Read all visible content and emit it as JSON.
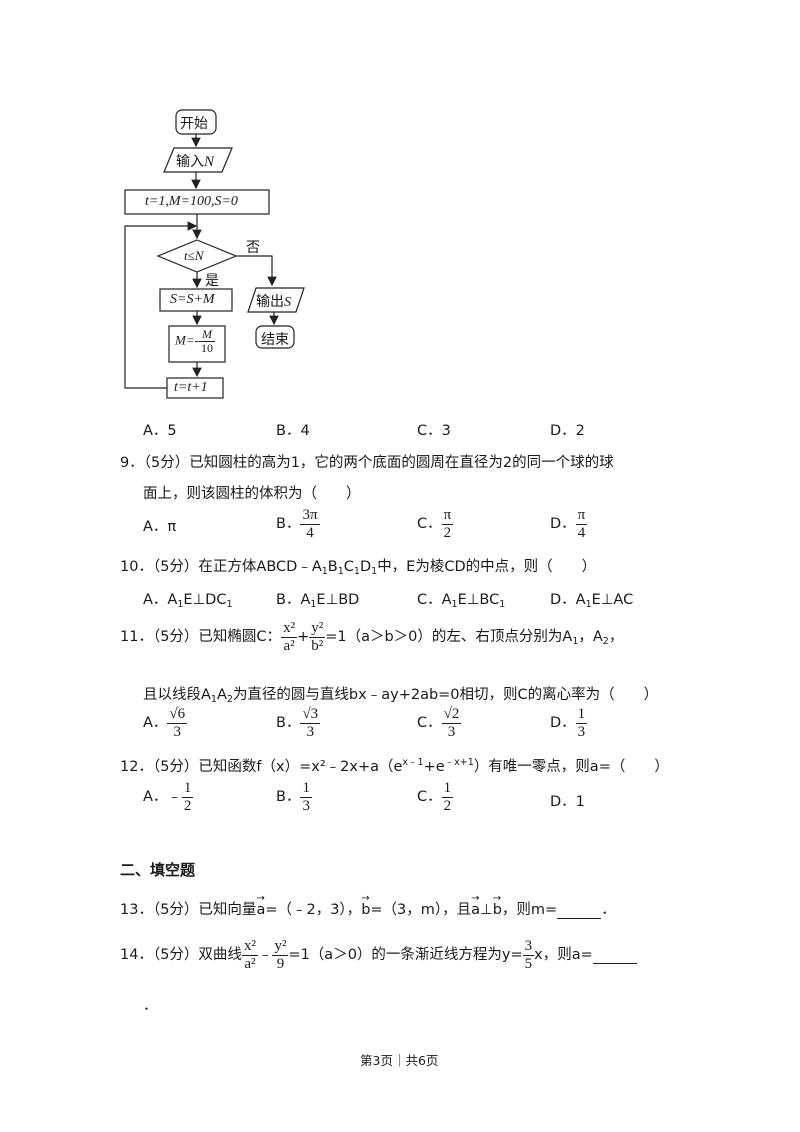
{
  "flowchart": {
    "start": "开始",
    "input": "输入",
    "input_var": "N",
    "init": "t=1,M=100,S=0",
    "cond": "t≤N",
    "no": "否",
    "yes": "是",
    "sum": "S=S+M",
    "m_update_lhs": "M=-",
    "m_update_num": "M",
    "m_update_den": "10",
    "inc": "t=t+1",
    "output": "输出",
    "output_var": "S",
    "end": "结束"
  },
  "q8": {
    "a": "A．5",
    "b": "B．4",
    "c": "C．3",
    "d": "D．2"
  },
  "q9": {
    "num": "9．（5分）已知圆柱的高为1，它的两个底面的圆周在直径为2的同一个球的球",
    "cont": "面上，则该圆柱的体积为（　　）",
    "a": "A．π",
    "b_label": "B．",
    "b_num": "3π",
    "b_den": "4",
    "c_label": "C．",
    "c_num": "π",
    "c_den": "2",
    "d_label": "D．",
    "d_num": "π",
    "d_den": "4"
  },
  "q10": {
    "pre": "10．（5分）在正方体ABCD﹣A",
    "mid1": "B",
    "mid2": "C",
    "mid3": "D",
    "post": "中，E为棱CD的中点，则（　　）",
    "a": "A．A",
    "a_rest": "E⊥DC",
    "b": "B．A",
    "b_rest": "E⊥BD",
    "c": "C．A",
    "c_rest": "E⊥BC",
    "d": "D．A",
    "d_rest": "E⊥AC",
    "sub1": "1"
  },
  "q11": {
    "pre": "11．（5分）已知椭圆C：",
    "frac1_num": "x²",
    "frac1_den": "a²",
    "plus": "+",
    "frac2_num": "y²",
    "frac2_den": "b²",
    "eq": "=1（a＞b＞0）的左、右顶点分别为A",
    "comma": "，A",
    "end": "，",
    "line2_pre": "且以线段A",
    "line2_mid": "A",
    "line2_post": "为直径的圆与直线bx﹣ay+2ab=0相切，则C的离心率为（　　）",
    "a_label": "A．",
    "a_num": "√6",
    "a_den": "3",
    "b_label": "B．",
    "b_num": "√3",
    "b_den": "3",
    "c_label": "C．",
    "c_num": "√2",
    "c_den": "3",
    "d_label": "D．",
    "d_num": "1",
    "d_den": "3",
    "sub1": "1",
    "sub2": "2"
  },
  "q12": {
    "pre": "12．（5分）已知函数f（x）=x²﹣2x+a（e",
    "exp1": "x﹣1",
    "plus": "+e",
    "exp2": "﹣x+1",
    "post": "）有唯一零点，则a=（　　）",
    "a_label": "A．﹣",
    "a_num": "1",
    "a_den": "2",
    "b_label": "B．",
    "b_num": "1",
    "b_den": "3",
    "c_label": "C．",
    "c_num": "1",
    "c_den": "2",
    "d": "D．1"
  },
  "section2": {
    "title": "二、填空题"
  },
  "q13": {
    "pre": "13．（5分）已知向量",
    "a_vec": "a",
    "a_val": "=（﹣2，3），",
    "b_vec": "b",
    "b_val": "=（3，m），且",
    "perp": "⊥",
    "post": "，则m=",
    "end": "．"
  },
  "q14": {
    "pre": "14．（5分）双曲线",
    "f1_num": "x²",
    "f1_den": "a²",
    "minus": "﹣",
    "f2_num": "y²",
    "f2_den": "9",
    "mid": "=1（a＞0）的一条渐近线方程为y=",
    "f3_num": "3",
    "f3_den": "5",
    "post": "x，则a=",
    "dot": "．"
  },
  "footer": {
    "text": "第3页｜共6页"
  }
}
